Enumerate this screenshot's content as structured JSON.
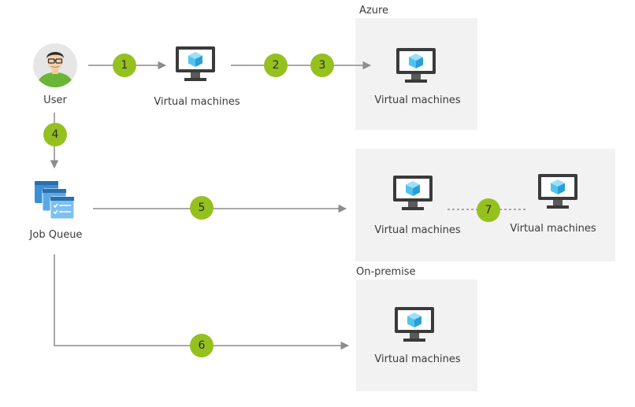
{
  "regions": {
    "azure": "Azure",
    "onpremise": "On-premise"
  },
  "nodes": {
    "user": "User",
    "vm_local": "Virtual machines",
    "vm_azure": "Virtual machines",
    "vm_cluster_a": "Virtual machines",
    "vm_cluster_b": "Virtual machines",
    "vm_onpremise": "Virtual machines",
    "job_queue": "Job Queue"
  },
  "steps": [
    "1",
    "2",
    "3",
    "4",
    "5",
    "6",
    "7"
  ],
  "colors": {
    "badge": "#95c11f",
    "region_fill": "#f2f2f2",
    "connector": "#8c8c8c",
    "monitor": "#3a3a3a",
    "cube": "#50c4ef",
    "avatar_shirt": "#6bb536",
    "avatar_bg": "#e6e6e6",
    "queue": "#3a8fd6"
  },
  "icons": {
    "user": "user-avatar-icon",
    "vm": "virtual-machine-icon",
    "queue": "job-queue-icon"
  }
}
